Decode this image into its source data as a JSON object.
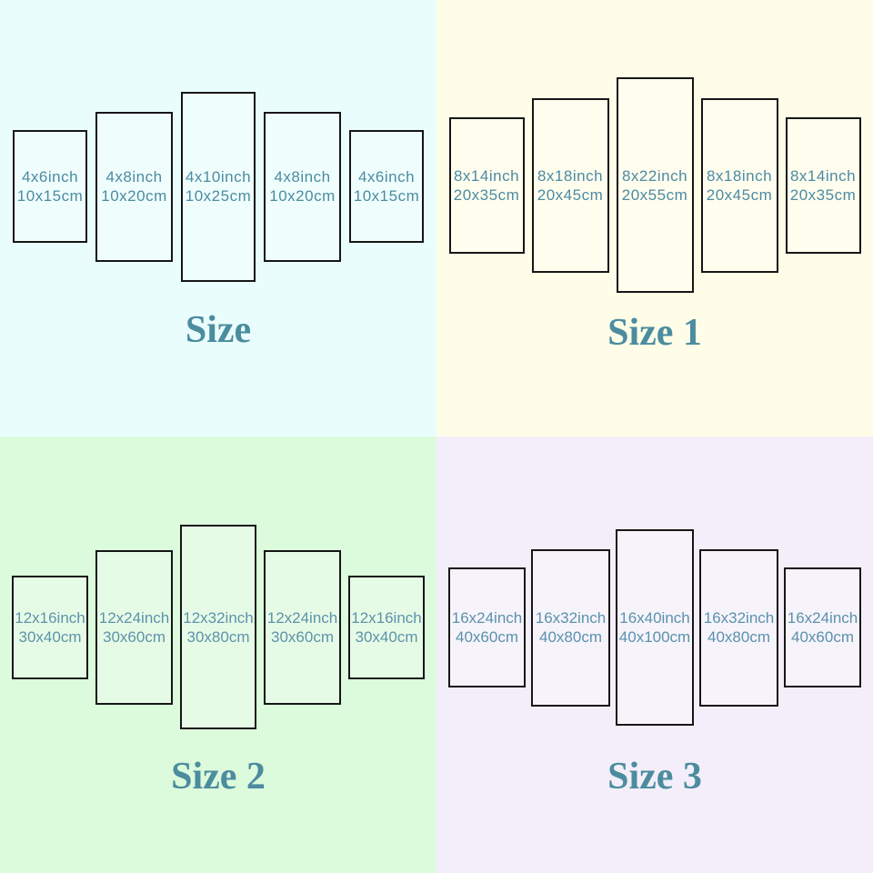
{
  "quadrants": [
    {
      "title": "Size",
      "colors": {
        "background": "#E9FDFC",
        "text": "#4C8CA2",
        "title": "#4C8C9F"
      },
      "panels": [
        {
          "line1": "4x6inch",
          "line2": "10x15cm"
        },
        {
          "line1": "4x8inch",
          "line2": "10x20cm"
        },
        {
          "line1": "4x10inch",
          "line2": "10x25cm"
        },
        {
          "line1": "4x8inch",
          "line2": "10x20cm"
        },
        {
          "line1": "4x6inch",
          "line2": "10x15cm"
        }
      ]
    },
    {
      "title": "Size 1",
      "colors": {
        "background": "#FFFDE7",
        "text": "#4C8BA3",
        "title": "#4C8C9F"
      },
      "panels": [
        {
          "line1": "8x14inch",
          "line2": "20x35cm"
        },
        {
          "line1": "8x18inch",
          "line2": "20x45cm"
        },
        {
          "line1": "8x22inch",
          "line2": "20x55cm"
        },
        {
          "line1": "8x18inch",
          "line2": "20x45cm"
        },
        {
          "line1": "8x14inch",
          "line2": "20x35cm"
        }
      ]
    },
    {
      "title": "Size 2",
      "colors": {
        "background": "#DCFADC",
        "text": "#5E93AB",
        "title": "#4C8C9F"
      },
      "panels": [
        {
          "line1": "12x16inch",
          "line2": "30x40cm"
        },
        {
          "line1": "12x24inch",
          "line2": "30x60cm"
        },
        {
          "line1": "12x32inch",
          "line2": "30x80cm"
        },
        {
          "line1": "12x24inch",
          "line2": "30x60cm"
        },
        {
          "line1": "12x16inch",
          "line2": "30x40cm"
        }
      ]
    },
    {
      "title": "Size 3",
      "colors": {
        "background": "#F3EEF9",
        "text": "#5B92AB",
        "title": "#4C8C9F"
      },
      "panels": [
        {
          "line1": "16x24inch",
          "line2": "40x60cm"
        },
        {
          "line1": "16x32inch",
          "line2": "40x80cm"
        },
        {
          "line1": "16x40inch",
          "line2": "40x100cm"
        },
        {
          "line1": "16x32inch",
          "line2": "40x80cm"
        },
        {
          "line1": "16x24inch",
          "line2": "40x60cm"
        }
      ]
    }
  ],
  "panel_border_color": "#161616"
}
